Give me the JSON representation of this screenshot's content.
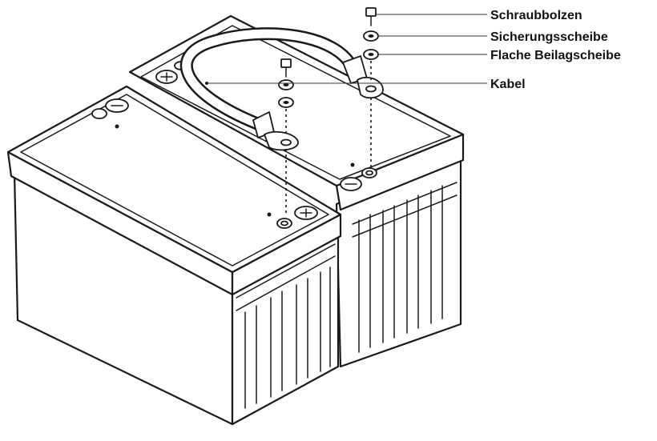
{
  "labels": {
    "bolt": "Schraubbolzen",
    "lock_washer": "Sicherungsscheibe",
    "flat_washer": "Flache Beilagscheibe",
    "cable": "Kabel"
  },
  "icons": [
    "battery-icon",
    "cable-icon",
    "bolt-icon",
    "lock-washer-icon",
    "flat-washer-icon"
  ]
}
